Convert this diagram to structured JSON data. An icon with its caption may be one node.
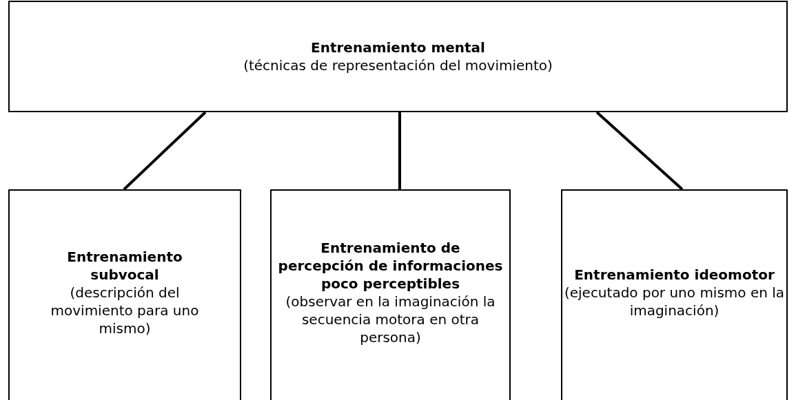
{
  "diagram": {
    "nodes": [
      {
        "text": [
          "Entrenamiento mental",
          "(técnicas de representación del movimiento)"
        ]
      },
      {
        "text": [
          "Entrenamiento subvocal",
          "(descripción del movimiento para uno mismo)"
        ]
      },
      {
        "text": [
          "Entrenamiento de percepción de informaciones poco perceptibles",
          "(observar en la imaginación la secuencia motora en otra persona)"
        ]
      },
      {
        "text": [
          "Entrenamiento ideomotor",
          "(ejecutado por uno mismo en la imaginación)"
        ]
      }
    ],
    "edges": [
      {
        "from": 0,
        "to": 1,
        "arrow": "none"
      },
      {
        "from": 0,
        "to": 2,
        "arrow": "none"
      },
      {
        "from": 0,
        "to": 3,
        "arrow": "none"
      }
    ]
  }
}
